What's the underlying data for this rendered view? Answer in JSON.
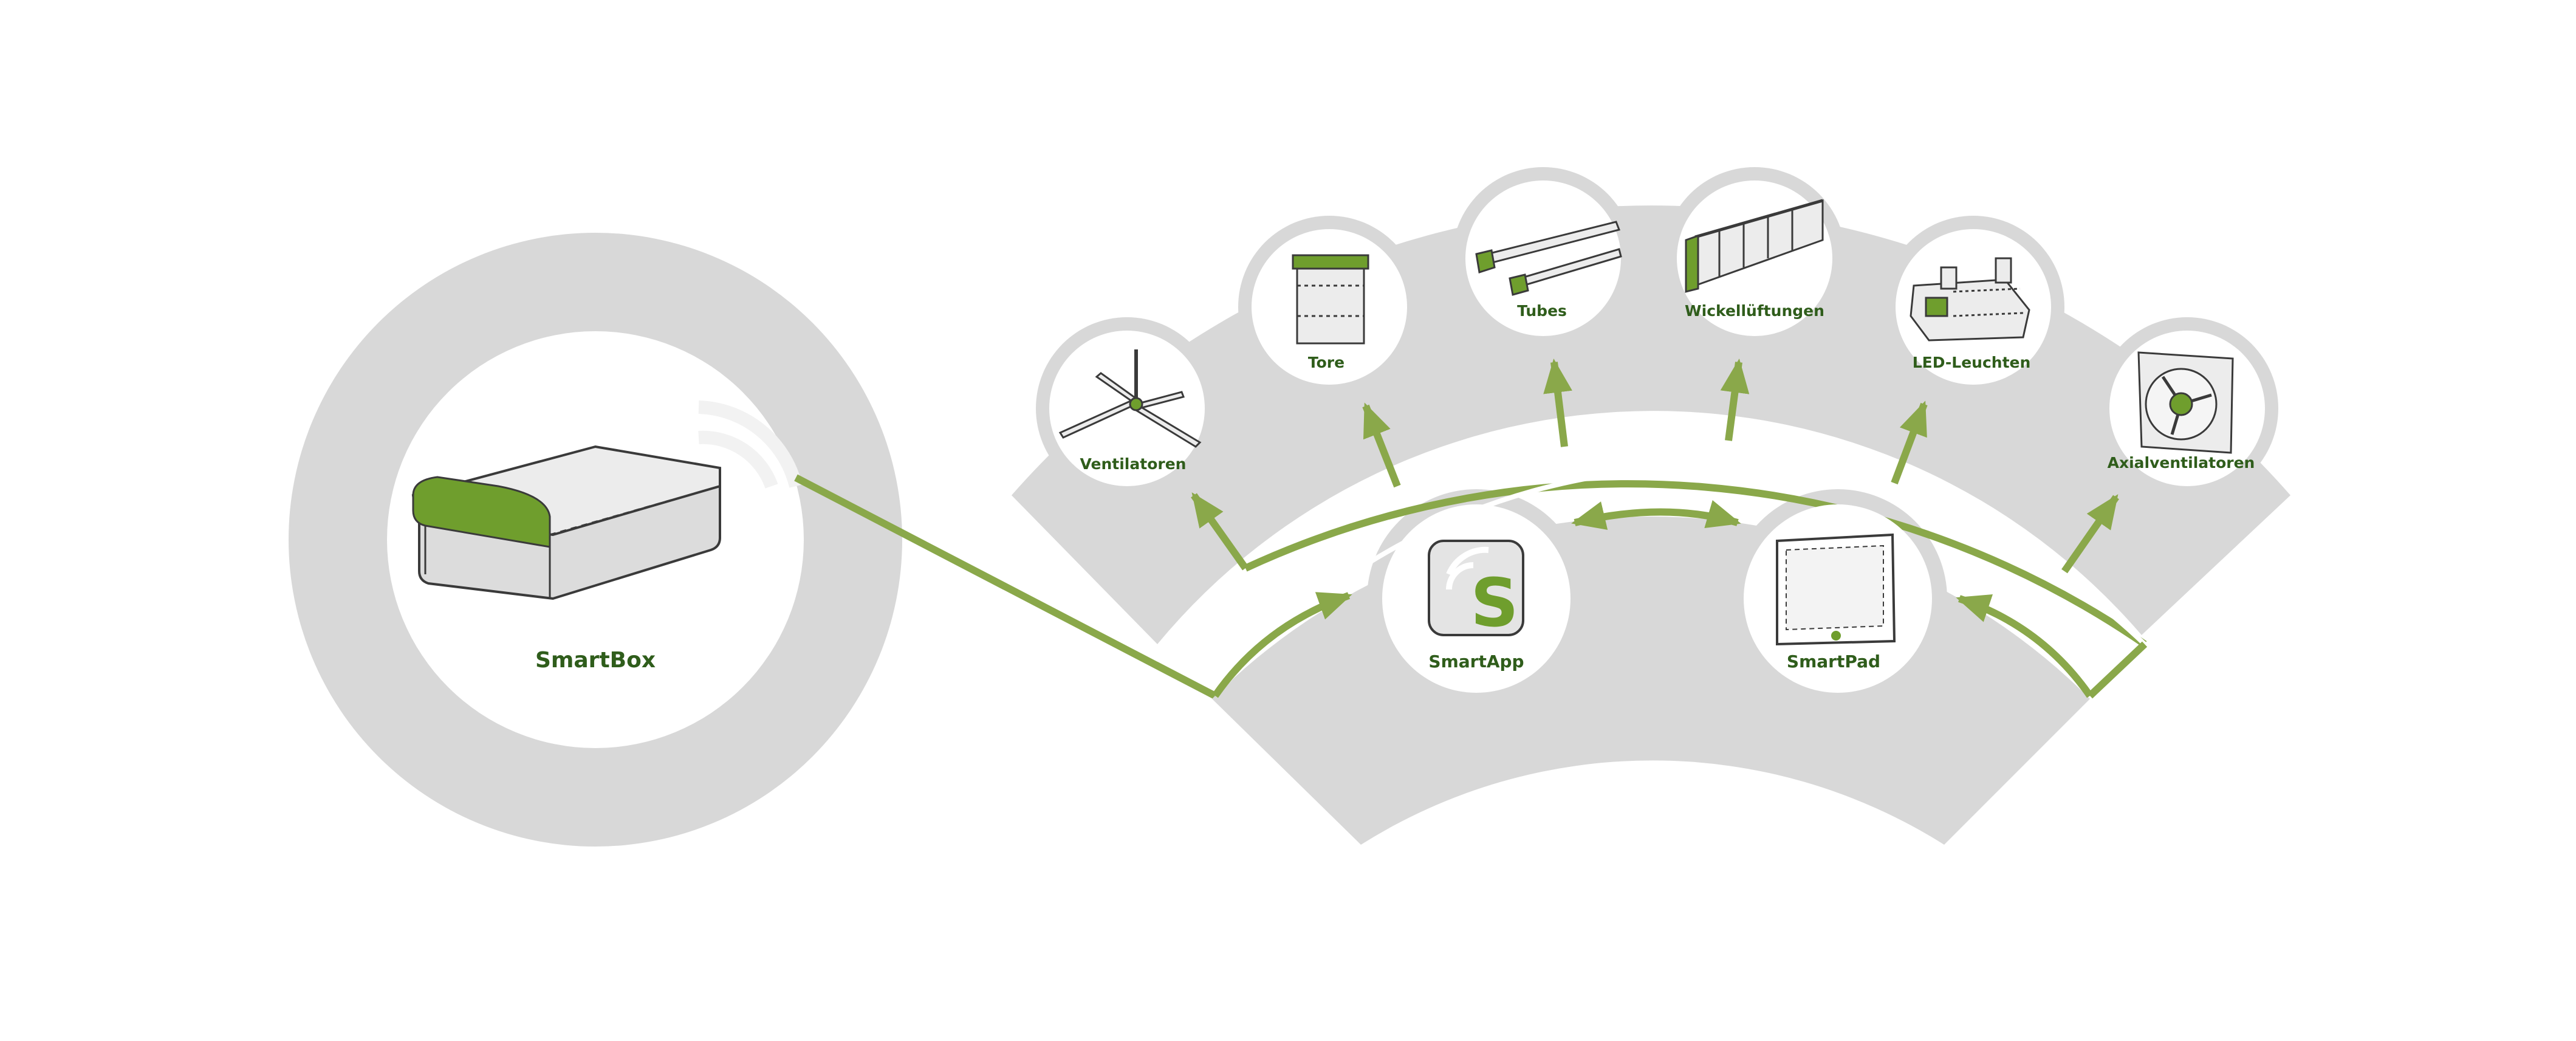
{
  "colors": {
    "background": "#ffffff",
    "shape_gray": "#d8d8d8",
    "circle_white": "#ffffff",
    "accent_green": "#8aa84a",
    "device_green": "#6f9e2d",
    "label_dark_green": "#2f5d1b",
    "device_outline": "#3a3a3a",
    "device_face": "#e9e9e9"
  },
  "hub": {
    "label": "SmartBox",
    "icon": "smartbox-device-icon"
  },
  "controllers": [
    {
      "label": "SmartApp",
      "icon": "smartapp-icon"
    },
    {
      "label": "SmartPad",
      "icon": "tablet-icon"
    }
  ],
  "devices": [
    {
      "label": "Ventilatoren",
      "icon": "ceiling-fan-icon"
    },
    {
      "label": "Tore",
      "icon": "roller-door-icon"
    },
    {
      "label": "Tubes",
      "icon": "air-tube-icon"
    },
    {
      "label": "Wickellüftungen",
      "icon": "curtain-ventilation-icon"
    },
    {
      "label": "LED-Leuchten",
      "icon": "led-light-icon"
    },
    {
      "label": "Axialventilatoren",
      "icon": "axial-fan-icon"
    }
  ]
}
